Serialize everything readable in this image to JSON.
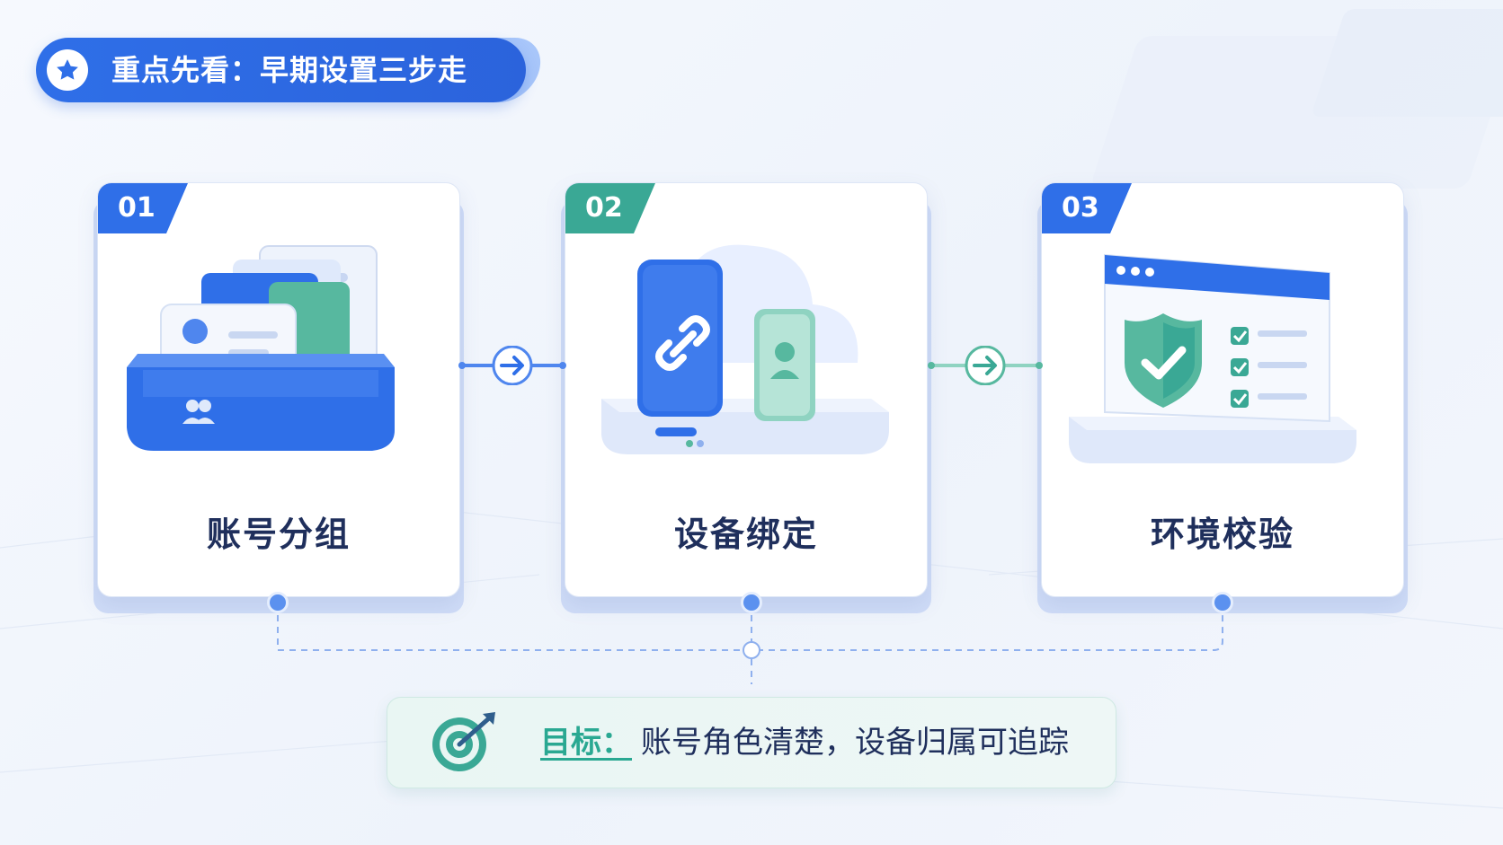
{
  "header": {
    "title": "重点先看：早期设置三步走",
    "icon": "star-icon"
  },
  "steps": [
    {
      "number": "01",
      "title": "账号分组",
      "icon": "account-cards-box-icon",
      "accent": "#2f6fe8"
    },
    {
      "number": "02",
      "title": "设备绑定",
      "icon": "phone-link-cloud-icon",
      "accent": "#3aa895"
    },
    {
      "number": "03",
      "title": "环境校验",
      "icon": "shield-check-window-icon",
      "accent": "#2f6fe8"
    }
  ],
  "goal": {
    "label": "目标：",
    "text": "账号角色清楚，设备归属可追踪",
    "icon": "target-arrow-icon"
  },
  "colors": {
    "primary": "#2f6fe8",
    "teal": "#3aa895",
    "text": "#1f2f5c"
  }
}
